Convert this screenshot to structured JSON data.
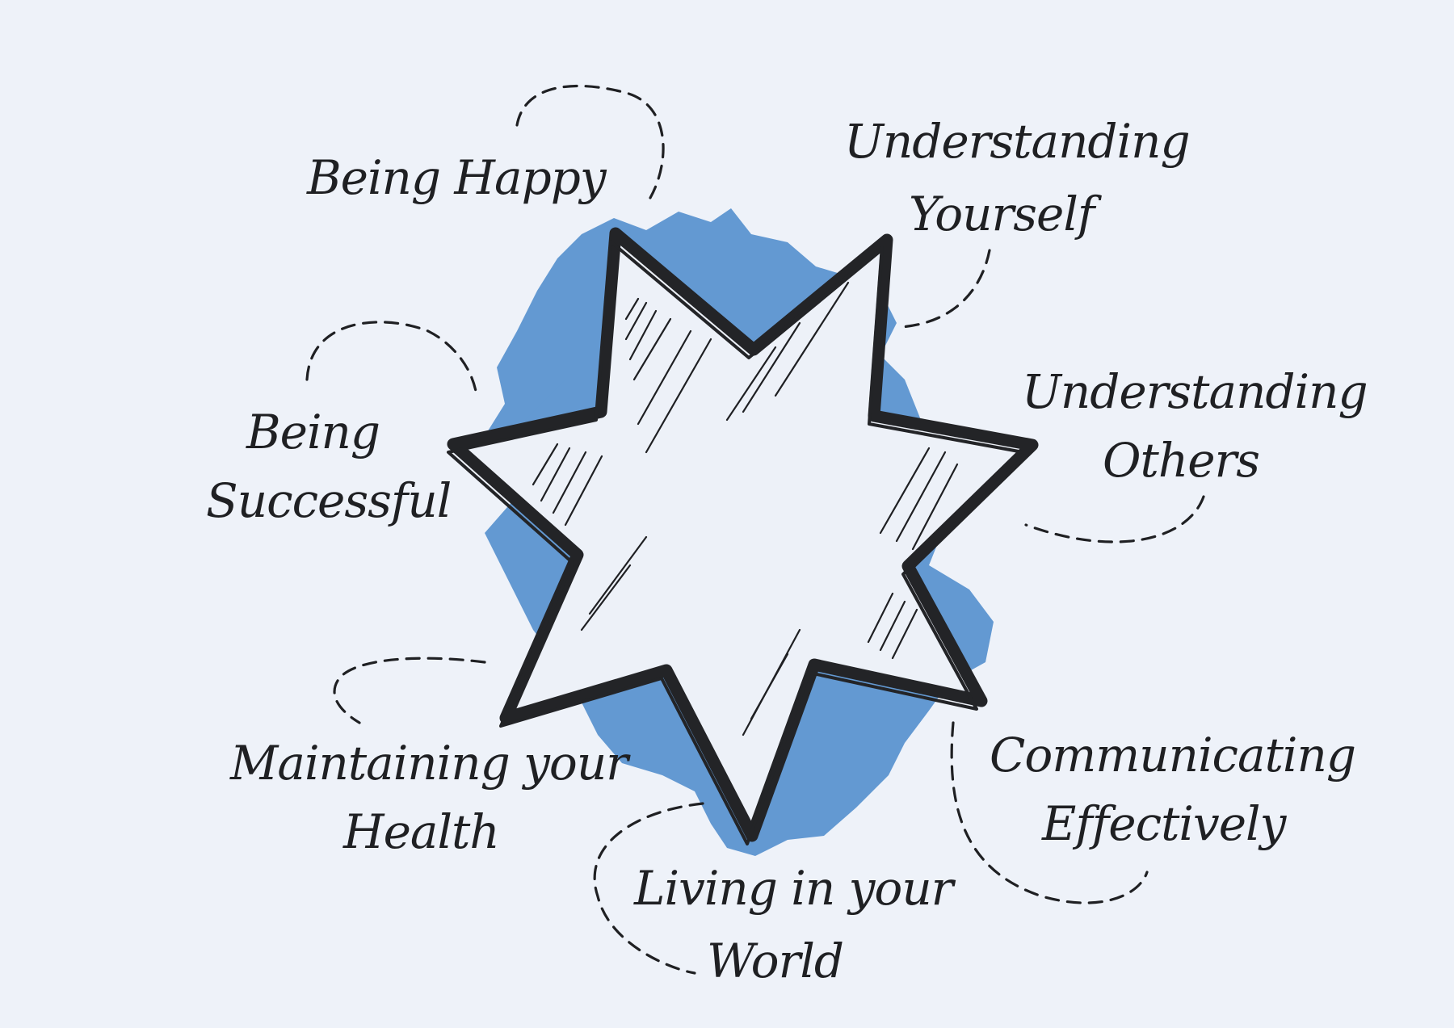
{
  "diagram": {
    "colors": {
      "background": "#eef2f9",
      "accent": "#6399d2",
      "ink": "#1f2023",
      "star_fill": "#edf1f8"
    },
    "center_shape": "seven-point-star",
    "labels": {
      "being_happy": [
        "Being Happy"
      ],
      "understanding_yourself": [
        "Understanding",
        "Yourself"
      ],
      "understanding_others": [
        "Understanding",
        "Others"
      ],
      "being_successful": [
        "Being",
        "Successful"
      ],
      "communicating_effectively": [
        "Communicating",
        "Effectively"
      ],
      "maintaining_health": [
        "Maintaining your",
        "Health"
      ],
      "living_in_world": [
        "Living in your",
        "World"
      ]
    }
  }
}
